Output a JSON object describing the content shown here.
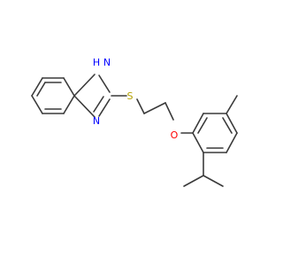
{
  "molecule": {
    "atoms": {
      "nh": "H",
      "n1": "N",
      "n2": "N",
      "s": "S",
      "o": "O"
    },
    "colors": {
      "bond": "#3a3a3a",
      "nitrogen": "#0000ff",
      "sulfur": "#b3a000",
      "oxygen": "#ff0000"
    }
  }
}
